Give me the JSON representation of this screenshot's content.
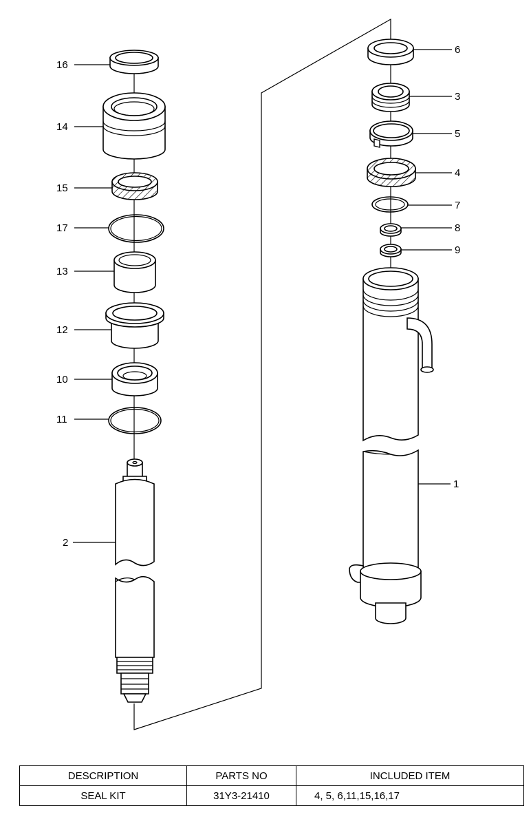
{
  "callouts": {
    "c1": "1",
    "c2": "2",
    "c3": "3",
    "c4": "4",
    "c5": "5",
    "c6": "6",
    "c7": "7",
    "c8": "8",
    "c9": "9",
    "c10": "10",
    "c11": "11",
    "c12": "12",
    "c13": "13",
    "c14": "14",
    "c15": "15",
    "c16": "16",
    "c17": "17"
  },
  "table": {
    "headers": {
      "description": "DESCRIPTION",
      "parts_no": "PARTS NO",
      "included_item": "INCLUDED ITEM"
    },
    "rows": [
      {
        "description": "SEAL KIT",
        "parts_no": "31Y3-21410",
        "included_item": "4, 5, 6,11,15,16,17"
      }
    ]
  }
}
